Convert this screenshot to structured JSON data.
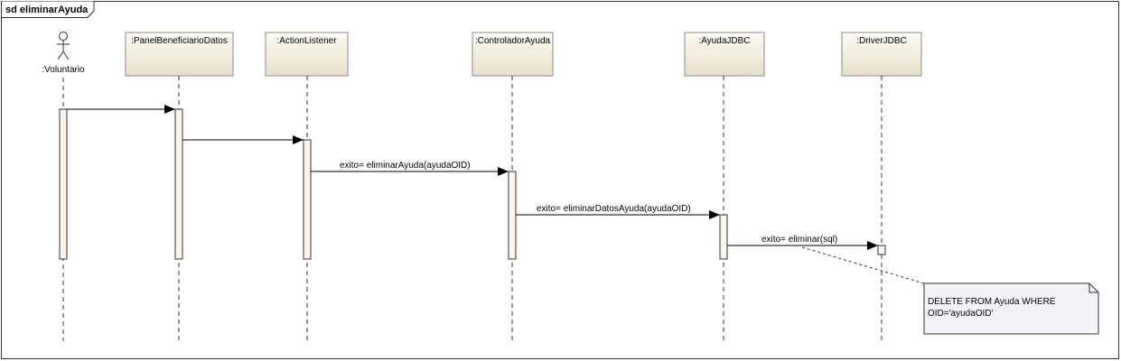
{
  "frame": {
    "title": "sd eliminarAyuda"
  },
  "actor": {
    "label": ":Voluntario"
  },
  "lifelines": [
    {
      "id": "panel",
      "label": ":PanelBeneficiarioDatos"
    },
    {
      "id": "listener",
      "label": ":ActionListener"
    },
    {
      "id": "controlador",
      "label": ":ControladorAyuda"
    },
    {
      "id": "jdbc",
      "label": ":AyudaJDBC"
    },
    {
      "id": "driver",
      "label": ":DriverJDBC"
    }
  ],
  "messages": [
    {
      "from": "actor",
      "to": "panel",
      "label": ""
    },
    {
      "from": "panel",
      "to": "listener",
      "label": ""
    },
    {
      "from": "listener",
      "to": "controlador",
      "label": "exito= eliminarAyuda(ayudaOID)"
    },
    {
      "from": "controlador",
      "to": "jdbc",
      "label": "exito= eliminarDatosAyuda(ayudaOID)"
    },
    {
      "from": "jdbc",
      "to": "driver",
      "label": "exito= eliminar(sql)"
    }
  ],
  "note": {
    "line1": "DELETE FROM Ayuda WHERE",
    "line2": "OID='ayudaOID'"
  },
  "colors": {
    "box_fill_top": "#fdfbf5",
    "box_fill_bottom": "#e8dfc8",
    "box_stroke": "#8a8a8a",
    "activation_fill": "#fbf5ea",
    "note_fill": "#f6f3f8",
    "line": "#000000"
  }
}
